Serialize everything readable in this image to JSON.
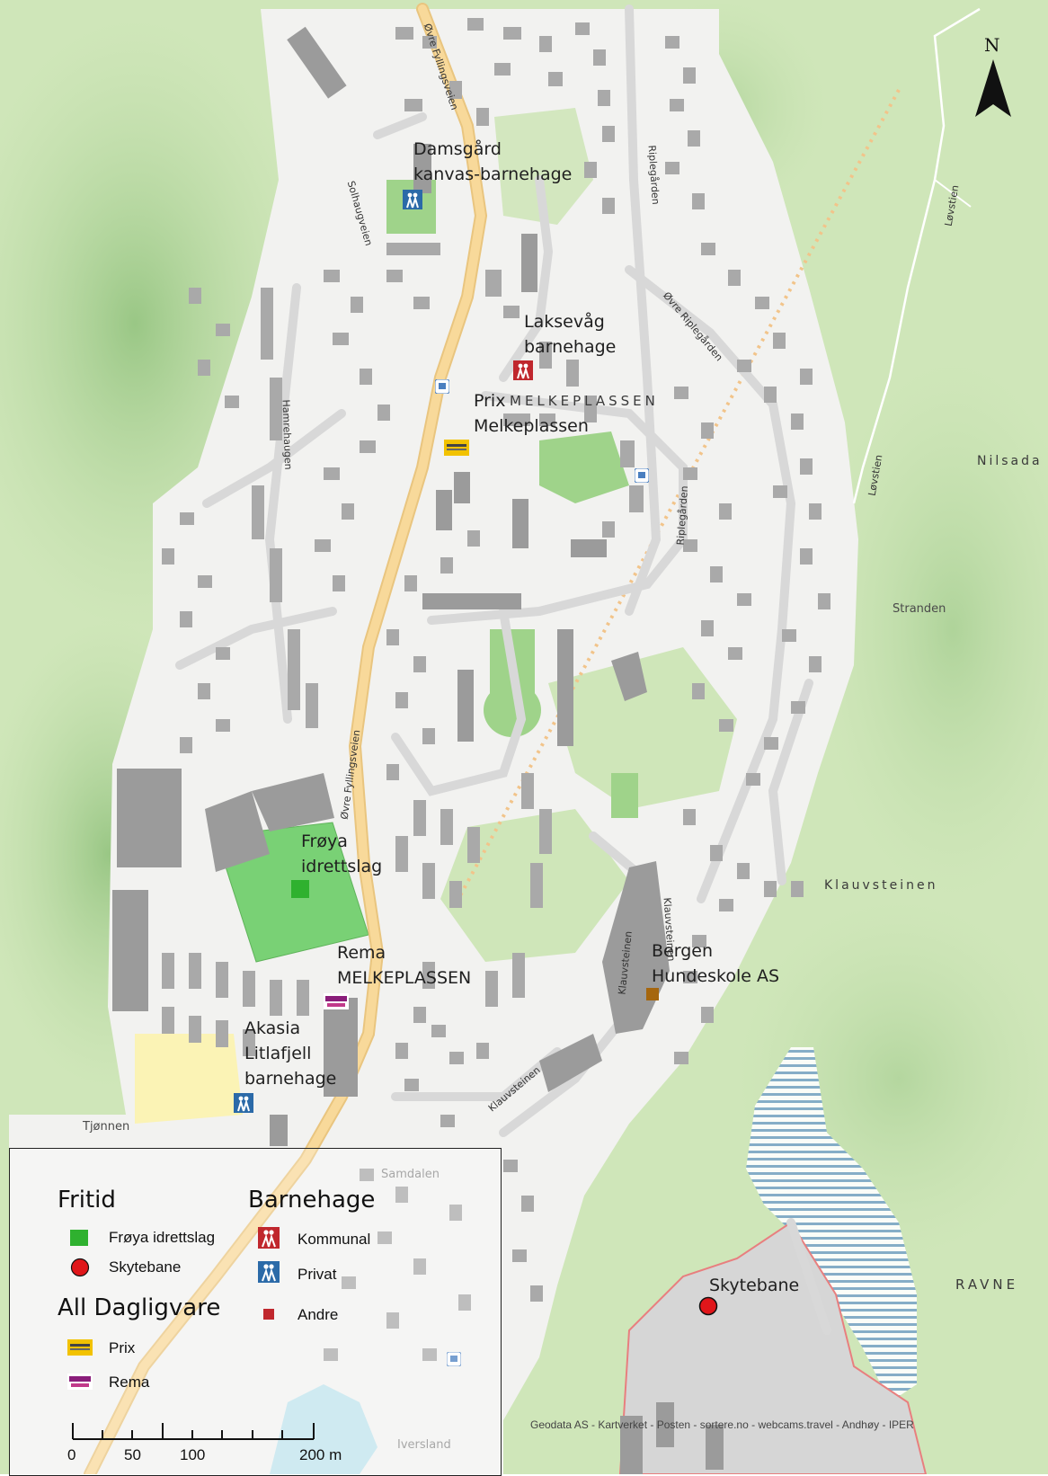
{
  "north_arrow": {
    "letter": "N"
  },
  "labels": {
    "damsgard": [
      "Damsgård",
      "kanvas-barnehage"
    ],
    "laksevag": [
      "Laksevåg",
      "barnehage"
    ],
    "prix": [
      "Prix",
      "Melkeplassen"
    ],
    "melkeplassen_area": "MELKEPLASSEN",
    "nilsada": "Nilsada",
    "stranden": "Stranden",
    "froya": [
      "Frøya",
      "idrettslag"
    ],
    "rema": [
      "Rema",
      "MELKEPLASSEN"
    ],
    "bergen_hundeskole": [
      "Bergen",
      "Hundeskole AS"
    ],
    "klauvsteinen": "Klauvsteinen",
    "akasia": [
      "Akasia",
      "Litlafjell",
      "barnehage"
    ],
    "tjonnen": "Tjønnen",
    "samdalen": "Samdalen",
    "skytebane": "Skytebane",
    "ravne": "RAVNE",
    "iversland": "Iversland"
  },
  "roads": {
    "ovre_fyllingsveien_n": "Øvre Fyllingsveien",
    "ovre_fyllingsveien_s": "Øvre Fyllingsveien",
    "solhaugveien": "Solhaugveien",
    "hamrehaugen": "Hamrehaugen",
    "riplegarden_n": "Riplegården",
    "ovre_riplegarden": "Øvre Riplegården",
    "riplegarden_s": "Riplegården",
    "lovstien_n": "Løvstien",
    "lovstien_s": "Løvstien",
    "klauvsteinen_v": "Klauvsteinen",
    "klauvsteinen_s": "Klauvsteinen",
    "klauvsteinen_e": "Klauvsteinen"
  },
  "legend": {
    "fritid": {
      "title": "Fritid",
      "items": [
        {
          "label": "Frøya idrettslag",
          "color": "#2fb12f",
          "icon": "green-square-icon"
        },
        {
          "label": "Skytebane",
          "color": "#e0161a",
          "icon": "red-circle-icon"
        }
      ]
    },
    "barnehage": {
      "title": "Barnehage",
      "items": [
        {
          "label": "Kommunal",
          "color": "#c0272d",
          "icon": "kommunal-kindergarten-icon"
        },
        {
          "label": "Privat",
          "color": "#2b6aa8",
          "icon": "private-kindergarten-icon"
        },
        {
          "label": "Andre",
          "color": "#c0272d",
          "icon": "other-kindergarten-icon"
        }
      ]
    },
    "dagligvare": {
      "title": "All Dagligvare",
      "items": [
        {
          "label": "Prix",
          "color": "#f2c200",
          "icon": "prix-logo-icon"
        },
        {
          "label": "Rema",
          "color": "#8a1d7a",
          "icon": "rema-logo-icon"
        }
      ]
    },
    "scale": {
      "ticks": [
        "0",
        "50",
        "100",
        "200 m"
      ]
    }
  },
  "attribution": "Geodata AS - Kartverket - Posten - sortere.no - webcams.travel - Andhøy - IPER",
  "colors": {
    "forest": "#cde6b7",
    "forest_dark": "#9ccc8a",
    "urban": "#f1f1ef",
    "building": "#9a9a9a",
    "main_road": "#f6d28f",
    "sports_field": "#7fd87a",
    "shooting_range": "#d3d3d3"
  }
}
